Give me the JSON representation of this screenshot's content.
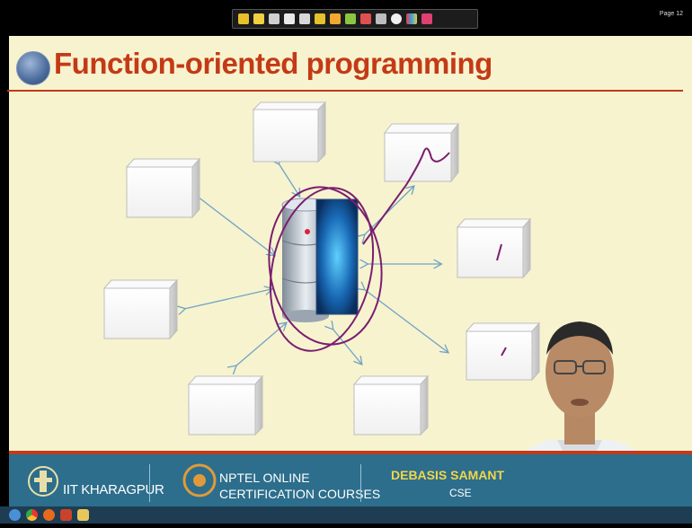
{
  "slide": {
    "title": "Function-oriented programming",
    "page_label": "Page 12"
  },
  "footer": {
    "institute": "IIT KHARAGPUR",
    "nptel_line1": "NPTEL ONLINE",
    "nptel_line2": "CERTIFICATION COURSES",
    "presenter_name": "DEBASIS SAMANT",
    "department": "CSE"
  },
  "colors": {
    "slide_bg": "#f7f3cf",
    "title_red": "#c43a16",
    "footer_blue": "#2c6e8c",
    "annotation_purple": "#7a1e6e",
    "arrow_blue": "#6fa3c4"
  },
  "toolbar": {
    "tools": [
      "pointer-tool",
      "pen-tool",
      "eraser-tool",
      "highlighter-tool",
      "marker-tool",
      "text-tool",
      "pencil-tool",
      "green-pen-tool",
      "red-pen-tool",
      "line-tool",
      "dot-tool",
      "color-tool",
      "clear-tool"
    ]
  }
}
